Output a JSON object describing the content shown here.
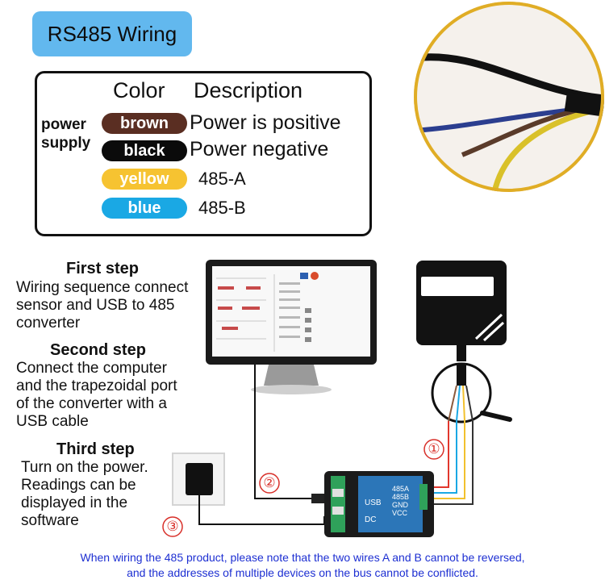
{
  "title": "RS485 Wiring",
  "legend": {
    "col_color": "Color",
    "col_description": "Description",
    "group_label_line1": "power",
    "group_label_line2": "supply",
    "rows": [
      {
        "color_name": "brown",
        "description": "Power is positive",
        "swatch": "#5a2e22",
        "text_color": "#ffffff"
      },
      {
        "color_name": "black",
        "description": "Power negative",
        "swatch": "#0b0b0b",
        "text_color": "#ffffff"
      },
      {
        "color_name": "yellow",
        "description": "485-A",
        "swatch": "#f6c331",
        "text_color": "#ffffff"
      },
      {
        "color_name": "blue",
        "description": "485-B",
        "swatch": "#1aa8e4",
        "text_color": "#ffffff"
      }
    ]
  },
  "steps": [
    {
      "title": "First step",
      "lines": [
        "Wiring sequence connect",
        "sensor and USB to 485",
        "converter"
      ]
    },
    {
      "title": "Second step",
      "lines": [
        "Connect the computer",
        "and the trapezoidal port",
        "of the converter with a",
        "USB cable"
      ]
    },
    {
      "title": "Third step",
      "lines": [
        "Turn on the power.",
        "Readings can be",
        "displayed in the",
        "software"
      ]
    }
  ],
  "markers": {
    "one": "①",
    "two": "②",
    "three": "③"
  },
  "converter": {
    "usb": "USB",
    "dc": "DC",
    "pins": [
      "485A",
      "485B",
      "GND",
      "VCC"
    ]
  },
  "footer": {
    "line1": "When wiring the 485 product, please note that the two wires A and B cannot be reversed,",
    "line2": "and the addresses of multiple devices on the bus cannot be conflicted."
  },
  "colors": {
    "accent_blue": "#62b8ee",
    "marker_red": "#d8302a",
    "footer_text": "#1d2fd2",
    "photo_ring": "#e0ad25"
  },
  "icons": [
    "monitor-icon",
    "sensor-icon",
    "magnifier-icon",
    "power-adapter-icon",
    "converter-icon"
  ]
}
